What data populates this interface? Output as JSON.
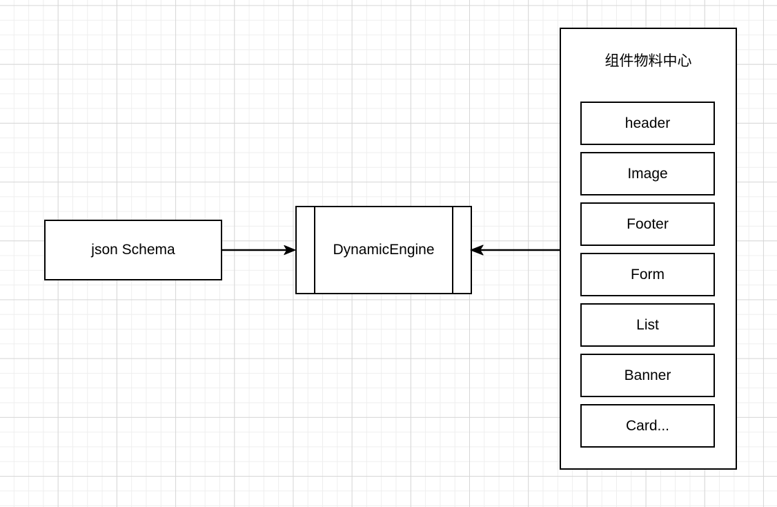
{
  "diagram": {
    "type": "flowchart",
    "background": {
      "color": "#ffffff",
      "grid": "on",
      "grid_minor_color": "#eeeeee",
      "grid_major_color": "#d6d6d6"
    },
    "stroke_color": "#000000",
    "fill_color": "#ffffff"
  },
  "nodes": {
    "json_schema": {
      "label": "json Schema",
      "shape": "rectangle"
    },
    "dynamic_engine": {
      "label": "DynamicEngine",
      "shape": "process"
    },
    "material_center": {
      "title": "组件物料中心",
      "shape": "container",
      "items": [
        {
          "label": "header"
        },
        {
          "label": "Image"
        },
        {
          "label": "Footer"
        },
        {
          "label": "Form"
        },
        {
          "label": "List"
        },
        {
          "label": "Banner"
        },
        {
          "label": "Card..."
        }
      ]
    }
  },
  "edges": [
    {
      "name": "schema-to-engine",
      "from": "json_schema",
      "to": "dynamic_engine",
      "direction": "right",
      "label": ""
    },
    {
      "name": "panel-to-engine",
      "from": "material_center",
      "to": "dynamic_engine",
      "direction": "left",
      "label": ""
    }
  ]
}
